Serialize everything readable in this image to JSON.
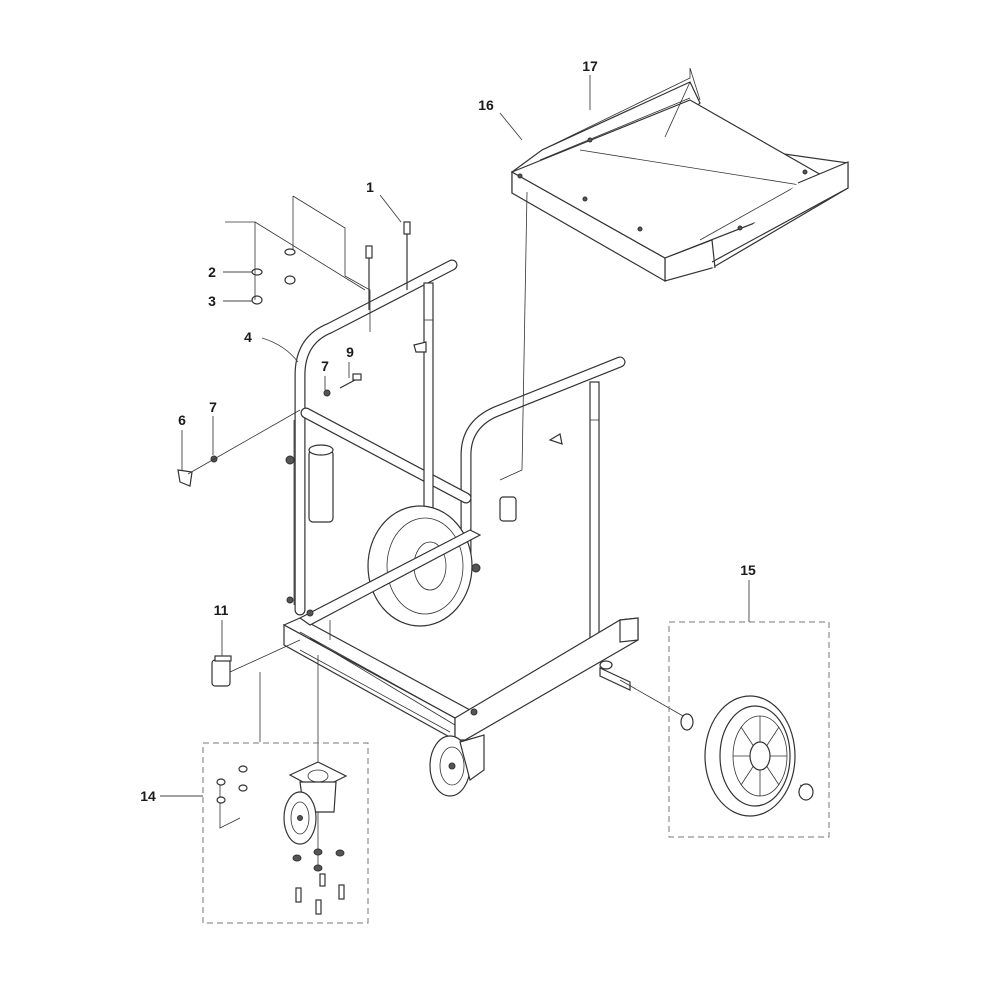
{
  "diagram": {
    "part_labels": [
      {
        "id": "1",
        "text": "1"
      },
      {
        "id": "2",
        "text": "2"
      },
      {
        "id": "3",
        "text": "3"
      },
      {
        "id": "4",
        "text": "4"
      },
      {
        "id": "6",
        "text": "6"
      },
      {
        "id": "7a",
        "text": "7"
      },
      {
        "id": "7b",
        "text": "7"
      },
      {
        "id": "9",
        "text": "9"
      },
      {
        "id": "11",
        "text": "11"
      },
      {
        "id": "14",
        "text": "14"
      },
      {
        "id": "15",
        "text": "15"
      },
      {
        "id": "16",
        "text": "16"
      },
      {
        "id": "17",
        "text": "17"
      }
    ]
  }
}
